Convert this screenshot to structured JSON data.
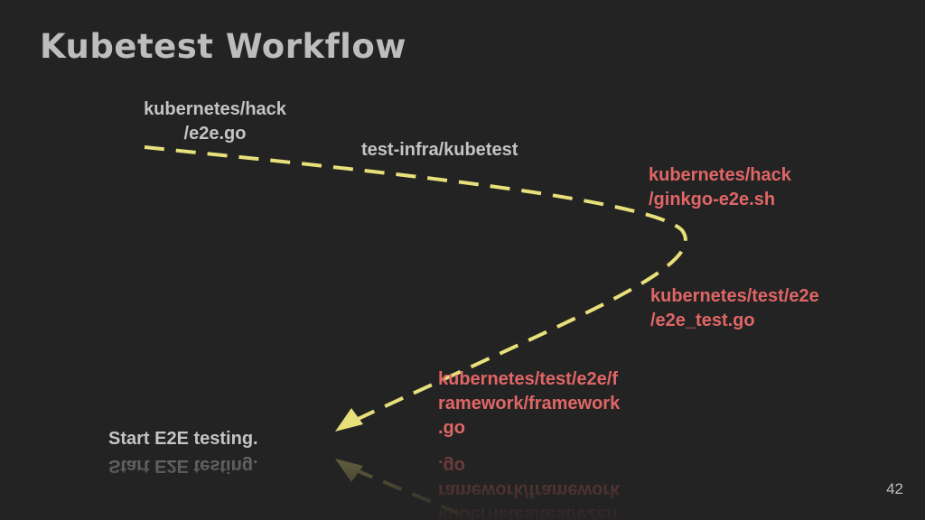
{
  "slide": {
    "title": "Kubetest Workflow",
    "page_number": "42"
  },
  "labels": {
    "hack_e2e": "kubernetes/hack\n/e2e.go",
    "kubetest": "test-infra/kubetest",
    "ginkgo": "kubernetes/hack\n/ginkgo-e2e.sh",
    "e2e_test": "kubernetes/test/e2e\n/e2e_test.go",
    "framework": "kubernetes/test/e2e/f\nramework/framework\n.go",
    "start": "Start E2E testing."
  },
  "colors": {
    "background": "#232323",
    "title": "#bdbdbd",
    "gray_text": "#c4c4c4",
    "red_text": "#e06666",
    "arrow": "#e8e07a"
  }
}
